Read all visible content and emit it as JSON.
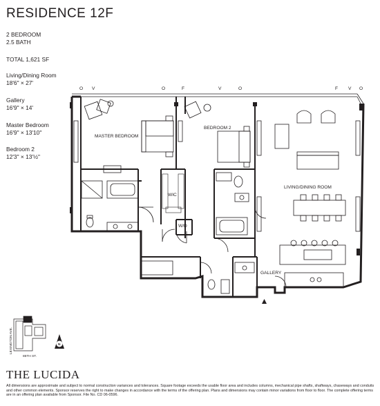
{
  "header": {
    "title": "RESIDENCE 12F"
  },
  "specs": {
    "bedrooms": "2 BEDROOM",
    "baths": "2.5 BATH",
    "total": "TOTAL 1,621 SF",
    "living_label": "Living/Dining Room",
    "living_dim": "18'6\" × 27'",
    "gallery_label": "Gallery",
    "gallery_dim": "16'9\" × 14'",
    "master_label": "Master Bedroom",
    "master_dim": "16'9\" × 13'10\"",
    "bed2_label": "Bedroom 2",
    "bed2_dim": "12'3\" × 13'½\""
  },
  "plan": {
    "rooms": {
      "master": "MASTER BEDROOM",
      "bedroom2": "BEDROOM 2",
      "living": "LIVING/DINING ROOM",
      "wic": "WIC",
      "wd": "W/D",
      "gallery": "GALLERY"
    },
    "view_markers": [
      "O",
      "V",
      "O",
      "F",
      "V",
      "O",
      "F",
      "V",
      "O"
    ]
  },
  "keyplan": {
    "street_vertical": "LEXINGTON AVE.",
    "street_horizontal": "85TH ST.",
    "north": "N"
  },
  "footer": {
    "brand": "THE LUCIDA",
    "disclaimer": "All dimensions are approximate and subject to normal construction variances and tolerances. Square footage exceeds the usable floor area and includes columns, mechanical pipe shafts, shaftways, chaseways and conduits and other common elements. Sponsor reserves the right to make changes in accordance with the terms of the offering plan. Plans and dimensions may contain minor variations from floor to floor. The complete offering terms are in an offering plan available from Sponsor. File No. CD 06-0596."
  }
}
